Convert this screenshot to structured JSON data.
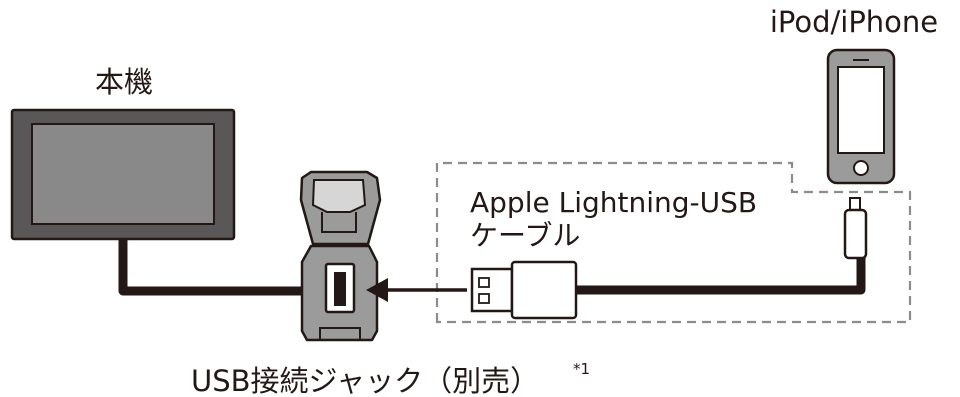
{
  "labels": {
    "head_unit": "本機",
    "device": "iPod/iPhone",
    "cable_line1": "Apple Lightning-USB",
    "cable_line2": "ケーブル",
    "jack": "USB接続ジャック（別売）",
    "jack_note": "*1"
  },
  "colors": {
    "ink": "#231815",
    "screen_frame": "#595757",
    "screen_panel": "#8a8989",
    "jack_body": "#9c9b9b",
    "dashed_box": "#8c8c8c",
    "background": "#ffffff"
  },
  "icons": {
    "head_unit": "monitor-icon",
    "device": "smartphone-icon",
    "jack": "usb-jack-icon",
    "plug": "usb-plug-icon",
    "connector": "lightning-connector-icon",
    "arrow": "arrow-left-icon"
  }
}
